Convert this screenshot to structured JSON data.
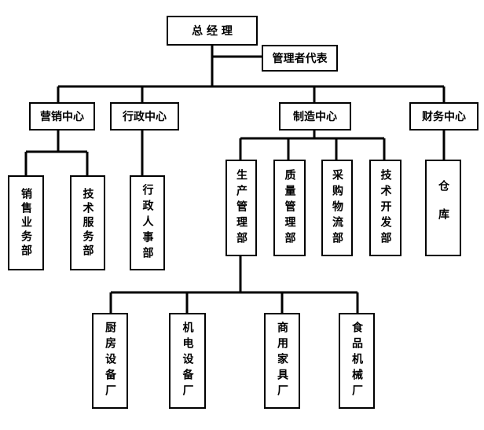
{
  "chart": {
    "root": {
      "label": "总 经 理"
    },
    "representative": {
      "label": "管理者代表"
    },
    "centers": [
      {
        "id": "marketing",
        "label": "营销中心"
      },
      {
        "id": "admin",
        "label": "行政中心"
      },
      {
        "id": "manufacturing",
        "label": "制造中心"
      },
      {
        "id": "finance",
        "label": "财务中心"
      }
    ],
    "departments": [
      {
        "id": "sales",
        "parent": "marketing",
        "label": "销售业务部"
      },
      {
        "id": "tech-service",
        "parent": "marketing",
        "label": "技术服务部"
      },
      {
        "id": "admin-hr",
        "parent": "admin",
        "label": "行政人事部"
      },
      {
        "id": "production",
        "parent": "manufacturing",
        "label": "生产管理部"
      },
      {
        "id": "quality",
        "parent": "manufacturing",
        "label": "质量管理部"
      },
      {
        "id": "logistics",
        "parent": "manufacturing",
        "label": "采购物流部"
      },
      {
        "id": "tech-dev",
        "parent": "manufacturing",
        "label": "技术开发部"
      },
      {
        "id": "warehouse",
        "parent": "finance",
        "label": "仓库"
      }
    ],
    "factories": [
      {
        "id": "kitchen",
        "parent": "production",
        "label": "厨房设备厂"
      },
      {
        "id": "electro",
        "parent": "production",
        "label": "机电设备厂"
      },
      {
        "id": "furniture",
        "parent": "production",
        "label": "商用家具厂"
      },
      {
        "id": "food-machinery",
        "parent": "production",
        "label": "食品机械厂"
      }
    ]
  }
}
